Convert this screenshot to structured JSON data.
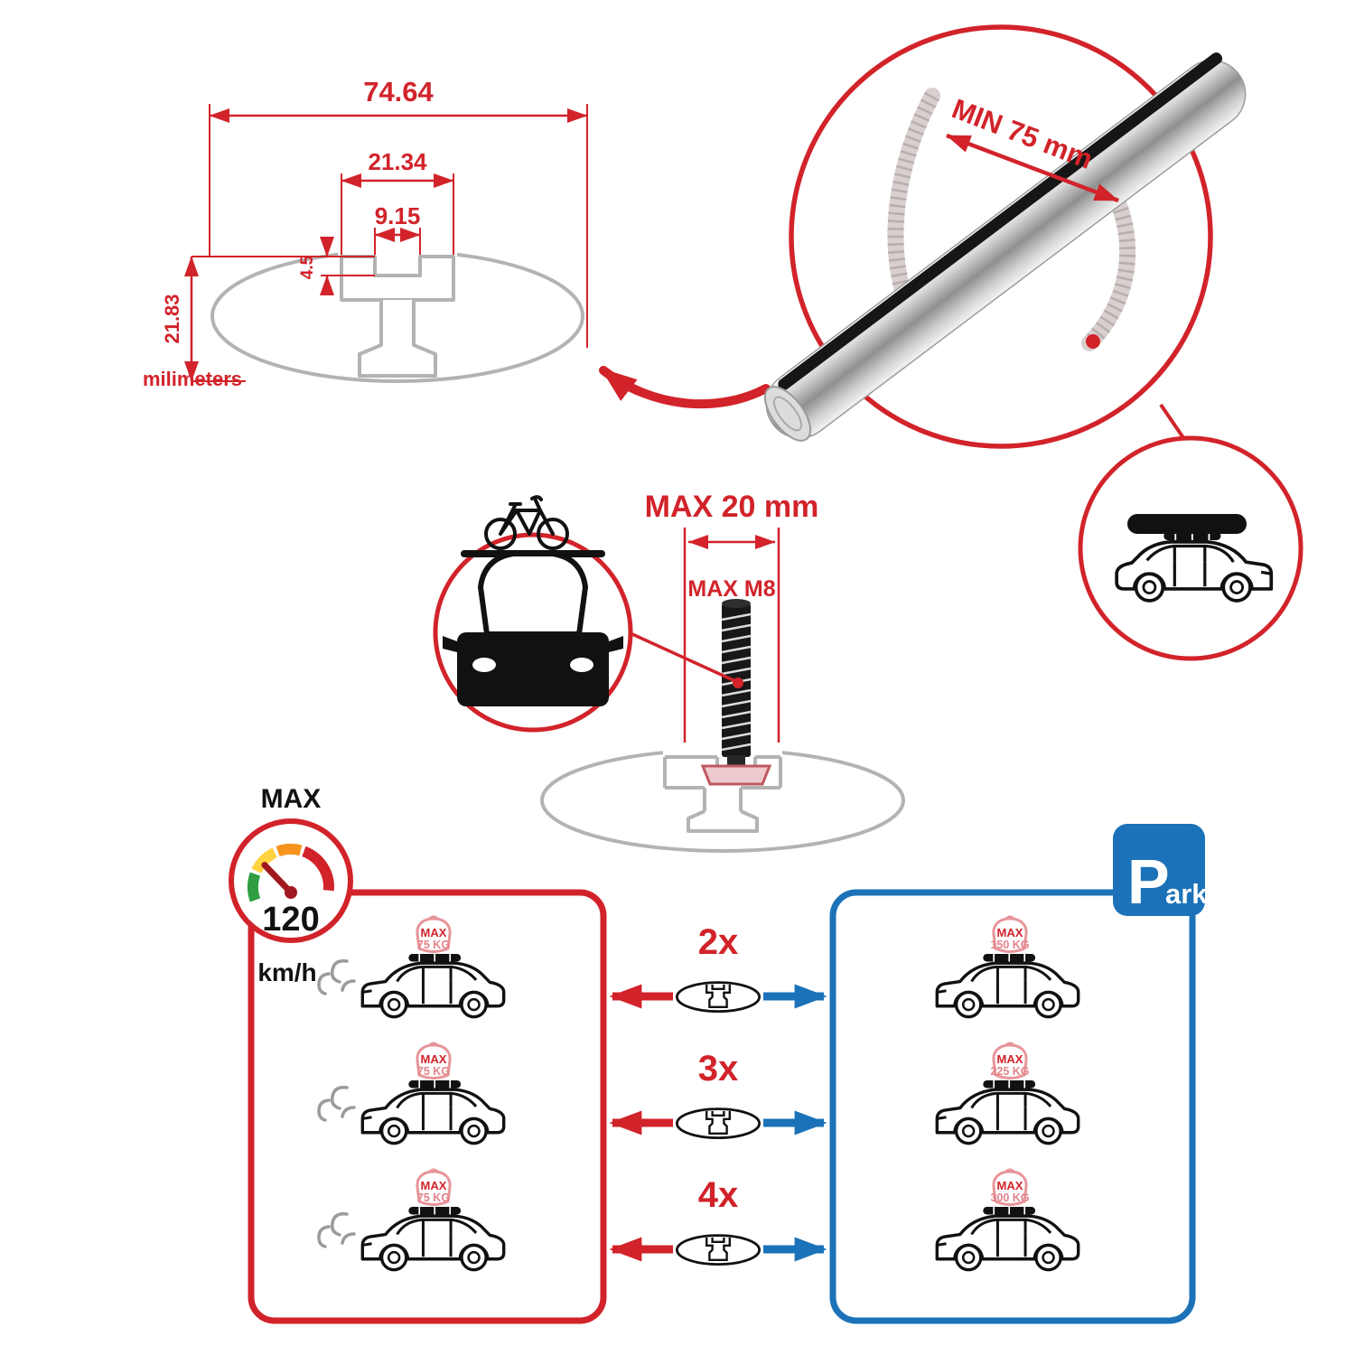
{
  "colors": {
    "red": "#d2232a",
    "blue": "#1b72b8",
    "gray": "#b3b3b3",
    "black": "#111111"
  },
  "dimension_drawing": {
    "total_width": "74.64",
    "slot_outer_width": "21.34",
    "slot_opening_width": "9.15",
    "lip_depth": "4.5",
    "total_height": "21.83",
    "unit": "milimeters"
  },
  "crossbar_detail": {
    "min_span": "MIN 75 mm"
  },
  "bolt_detail": {
    "max_length": "MAX 20 mm",
    "max_thread": "MAX M8"
  },
  "speed_limit": {
    "label": "MAX",
    "value": "120",
    "unit": "km/h"
  },
  "park_sign": {
    "letter": "P",
    "suffix": "ark"
  },
  "load_rows": [
    {
      "quantity": "2x",
      "driving_tag": {
        "line1": "MAX",
        "line2": "75 KG"
      },
      "parked_tag": {
        "line1": "MAX",
        "line2": "150 KG"
      }
    },
    {
      "quantity": "3x",
      "driving_tag": {
        "line1": "MAX",
        "line2": "75 KG"
      },
      "parked_tag": {
        "line1": "MAX",
        "line2": "225 KG"
      }
    },
    {
      "quantity": "4x",
      "driving_tag": {
        "line1": "MAX",
        "line2": "75 KG"
      },
      "parked_tag": {
        "line1": "MAX",
        "line2": "300 KG"
      }
    }
  ]
}
